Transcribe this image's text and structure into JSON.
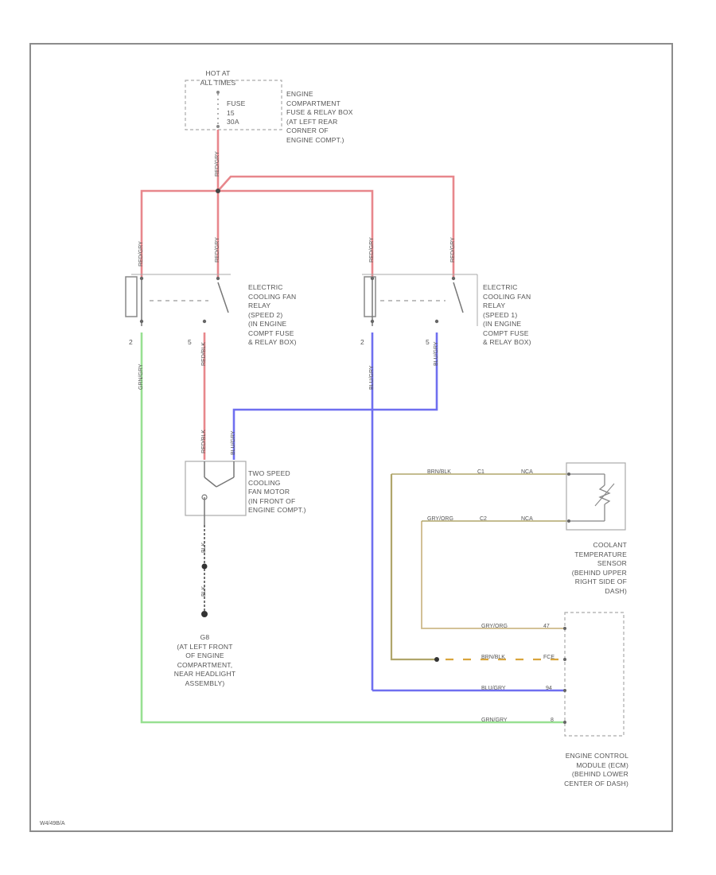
{
  "diagram": {
    "power_source": {
      "hot_label": "HOT AT\nALL TIMES",
      "fuse_label": "FUSE\n15\n30A",
      "location": "ENGINE\nCOMPARTMENT\nFUSE & RELAY BOX\n(AT LEFT REAR\nCORNER OF\nENGINE COMPT.)"
    },
    "relay_speed2": {
      "label": "ELECTRIC\nCOOLING FAN\nRELAY\n(SPEED 2)\n(IN ENGINE\nCOMPT FUSE\n& RELAY BOX)",
      "pin_left": "2",
      "pin_right": "5"
    },
    "relay_speed1": {
      "label": "ELECTRIC\nCOOLING FAN\nRELAY\n(SPEED 1)\n(IN ENGINE\nCOMPT FUSE\n& RELAY BOX)",
      "pin_left": "2",
      "pin_right": "5"
    },
    "fan_motor": {
      "label": "TWO SPEED\nCOOLING\nFAN MOTOR\n(IN FRONT OF\nENGINE COMPT.)"
    },
    "ground": {
      "label": "G8\n(AT LEFT FRONT\nOF ENGINE\nCOMPARTMENT,\nNEAR HEADLIGHT\nASSEMBLY)"
    },
    "coolant_sensor": {
      "label": "COOLANT\nTEMPERATURE\nSENSOR\n(BEHIND UPPER\nRIGHT SIDE OF\nDASH)",
      "wire_top": "BRN/BLK",
      "pin_top": "C1",
      "wire_bottom": "GRY/ORG",
      "pin_bottom": "C2",
      "harness_top": "NCA",
      "harness_bottom": "NCA"
    },
    "ecm": {
      "label": "ENGINE CONTROL\nMODULE (ECM)\n(BEHIND LOWER\nCENTER OF DASH)",
      "pins": [
        {
          "wire": "GRY/ORG",
          "pin": "47"
        },
        {
          "wire": "BRN/BLK",
          "pin": "FCE"
        },
        {
          "wire": "BLU/GRY",
          "pin": "94"
        },
        {
          "wire": "GRN/GRY",
          "pin": "8"
        }
      ]
    },
    "wire_labels": {
      "feed": "RED/GRY",
      "feed_left": "RED/GRY",
      "feed_mid": "RED/GRY",
      "feed_right_a": "RED/GRY",
      "feed_right_b": "RED/GRY",
      "relay2_out": "RED/BLK",
      "relay1_out": "BLU/GRY",
      "motor_red": "RED/BLK",
      "motor_blue": "BLU/GRY",
      "relay2_ctrl": "GRN/GRY",
      "relay1_ctrl": "BLU/GRY",
      "ground_a": "BLK",
      "ground_b": "BLK"
    },
    "footer_code": "W4/49B/A",
    "colors": {
      "red": "#e8878c",
      "blue": "#6f6ff0",
      "green": "#98e092",
      "tan": "#cdb98a",
      "olive": "#b0a66b",
      "line": "#9a9a9a"
    }
  }
}
